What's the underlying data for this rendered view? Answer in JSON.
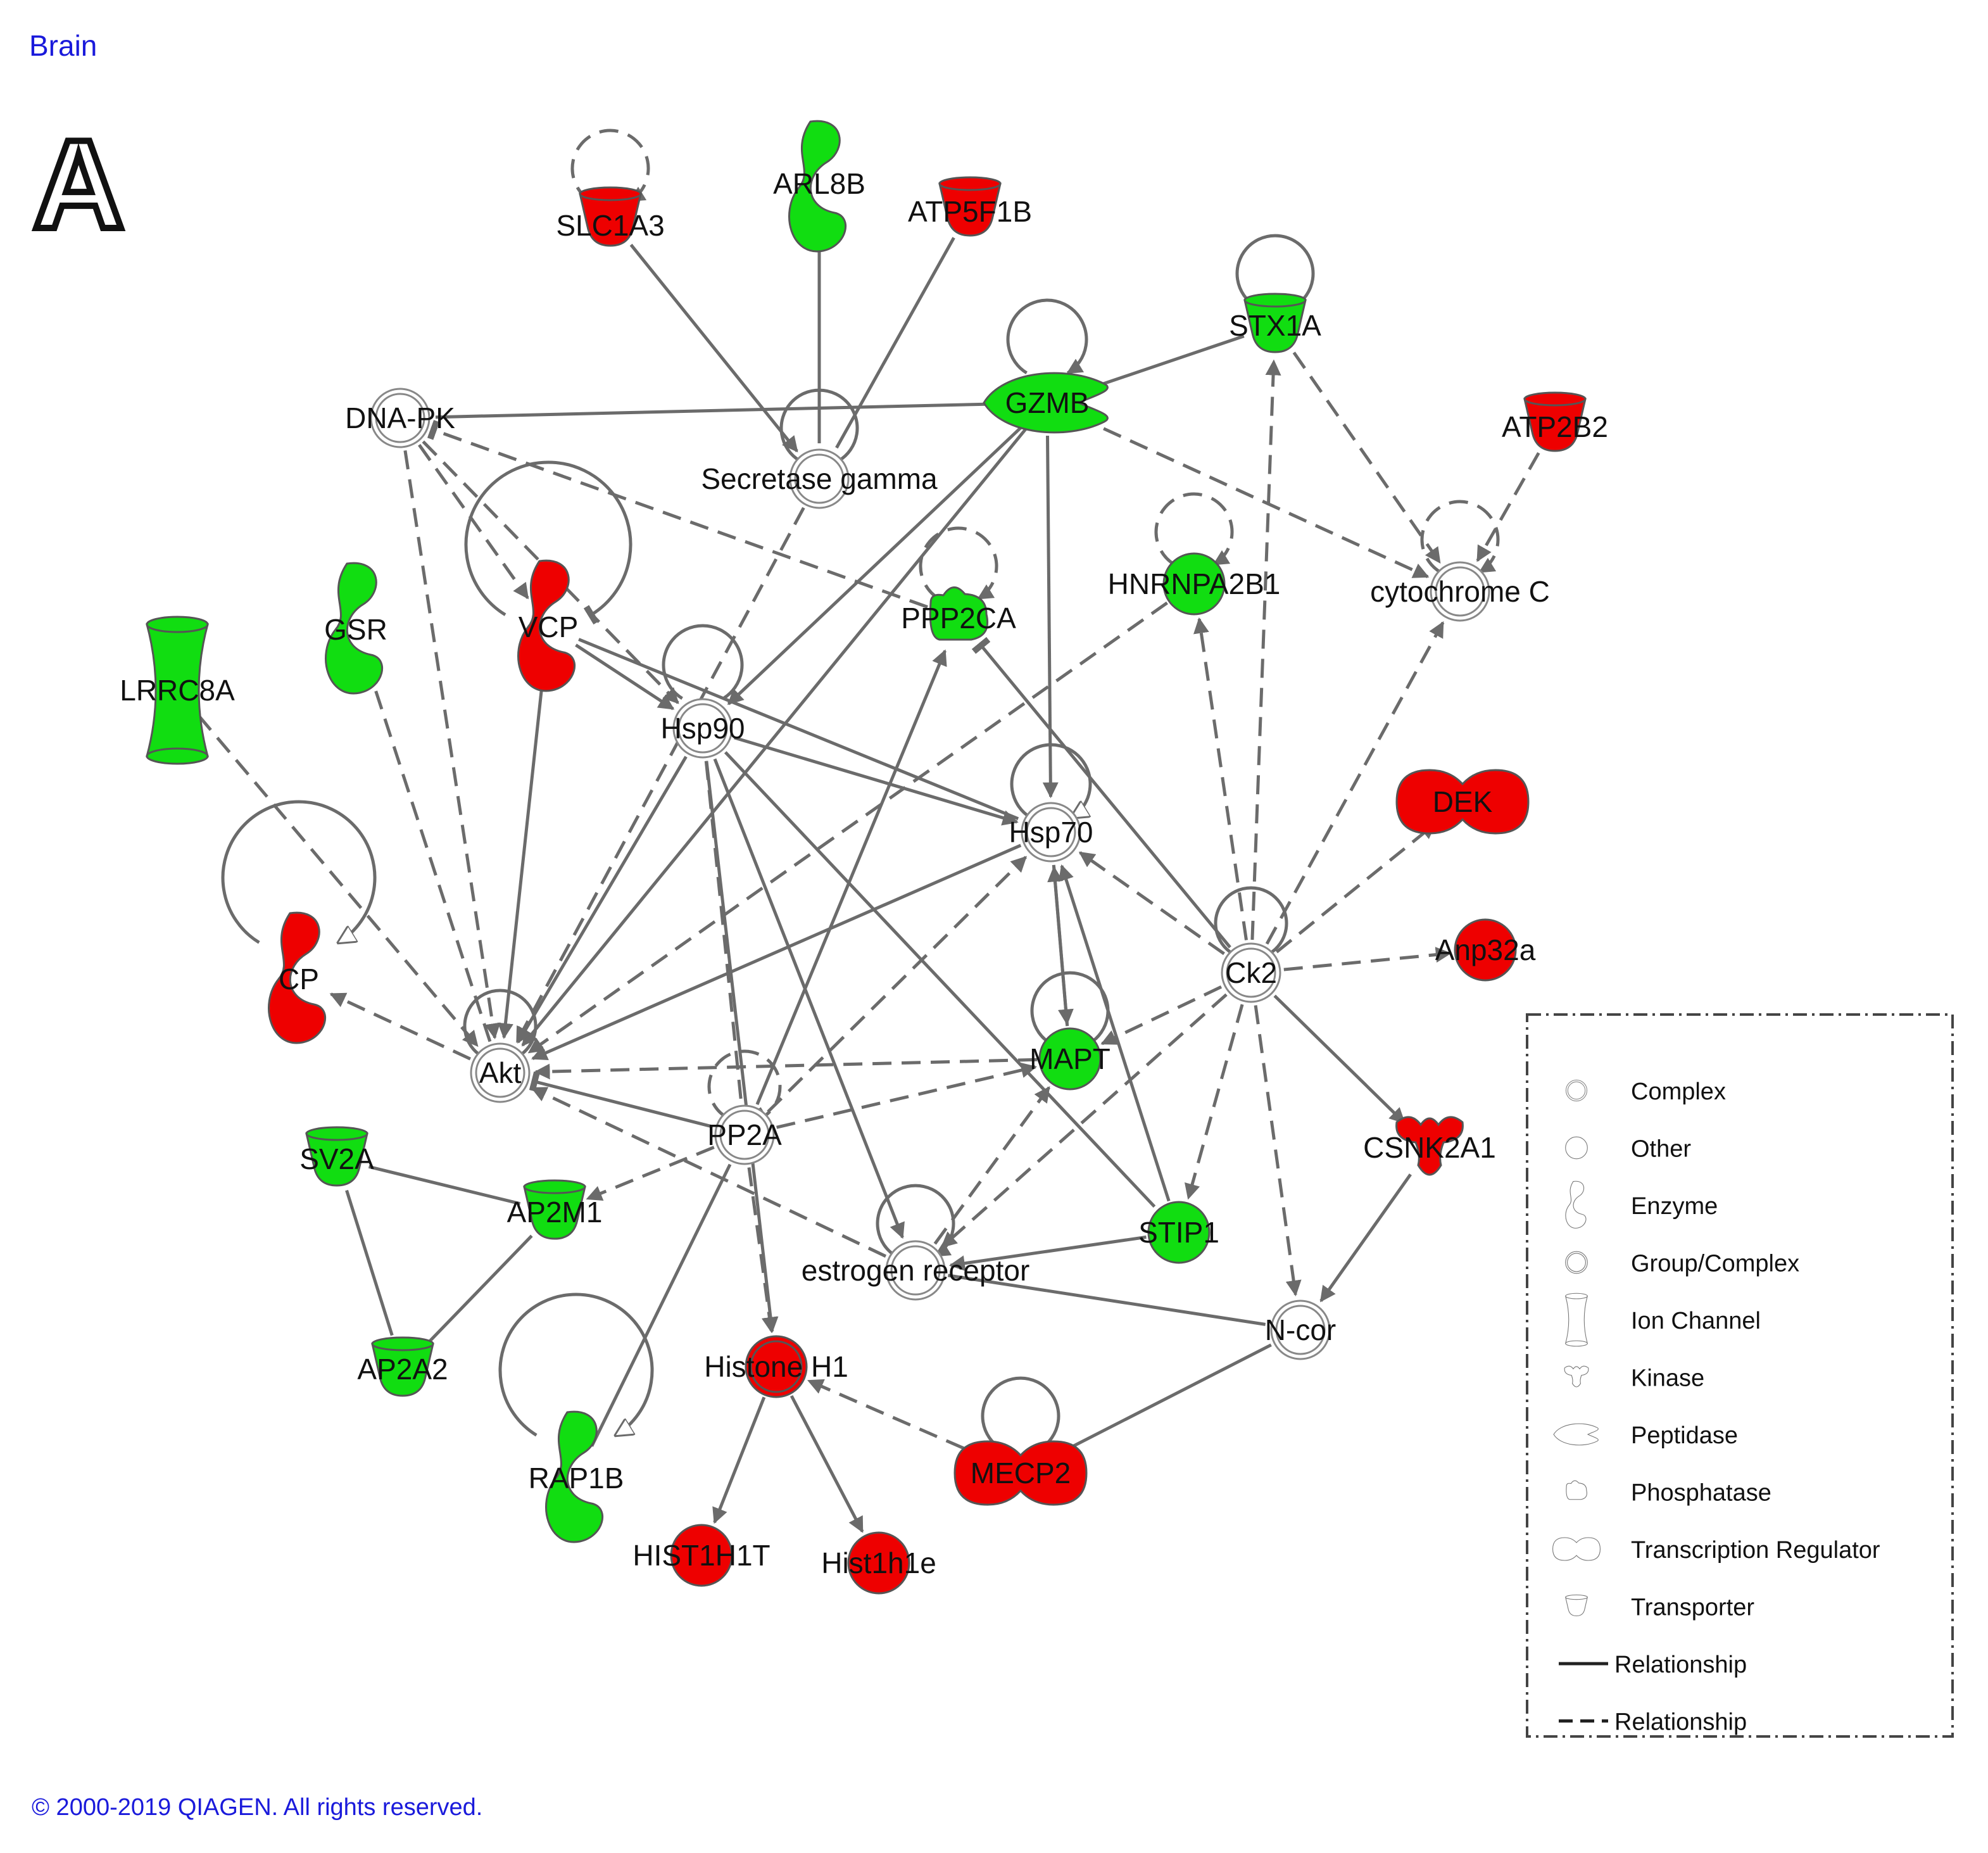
{
  "header": {
    "title": "Brain",
    "panel_letter": "A"
  },
  "footer": {
    "copyright": "© 2000-2019 QIAGEN. All rights reserved."
  },
  "colors": {
    "up": "#ee0000",
    "down": "#11dd11",
    "edge": "#6b6b6b",
    "link_text": "#1a1adb"
  },
  "nodes": [
    {
      "id": "SLC1A3",
      "label": "SLC1A3",
      "shape": "transporter",
      "color": "up"
    },
    {
      "id": "ARL8B",
      "label": "ARL8B",
      "shape": "enzyme",
      "color": "down"
    },
    {
      "id": "ATP5F1B",
      "label": "ATP5F1B",
      "shape": "transporter",
      "color": "up"
    },
    {
      "id": "STX1A",
      "label": "STX1A",
      "shape": "transporter",
      "color": "down"
    },
    {
      "id": "GZMB",
      "label": "GZMB",
      "shape": "peptidase",
      "color": "down"
    },
    {
      "id": "DNA-PK",
      "label": "DNA-PK",
      "shape": "complex",
      "color": "none"
    },
    {
      "id": "SecretaseGamma",
      "label": "Secretase gamma",
      "shape": "complex",
      "color": "none"
    },
    {
      "id": "ATP2B2",
      "label": "ATP2B2",
      "shape": "transporter",
      "color": "up"
    },
    {
      "id": "GSR",
      "label": "GSR",
      "shape": "enzyme",
      "color": "down"
    },
    {
      "id": "VCP",
      "label": "VCP",
      "shape": "enzyme",
      "color": "up"
    },
    {
      "id": "PPP2CA",
      "label": "PPP2CA",
      "shape": "phosphatase",
      "color": "down"
    },
    {
      "id": "HNRNPA2B1",
      "label": "HNRNPA2B1",
      "shape": "other",
      "color": "down"
    },
    {
      "id": "CytochromeC",
      "label": "cytochrome C",
      "shape": "complex",
      "color": "none"
    },
    {
      "id": "LRRC8A",
      "label": "LRRC8A",
      "shape": "ionchannel",
      "color": "down"
    },
    {
      "id": "Hsp90",
      "label": "Hsp90",
      "shape": "complex",
      "color": "none"
    },
    {
      "id": "Hsp70",
      "label": "Hsp70",
      "shape": "complex",
      "color": "none"
    },
    {
      "id": "DEK",
      "label": "DEK",
      "shape": "transcription",
      "color": "up"
    },
    {
      "id": "CP",
      "label": "CP",
      "shape": "enzyme",
      "color": "up"
    },
    {
      "id": "Ck2",
      "label": "Ck2",
      "shape": "complex",
      "color": "none"
    },
    {
      "id": "Anp32a",
      "label": "Anp32a",
      "shape": "other",
      "color": "up"
    },
    {
      "id": "Akt",
      "label": "Akt",
      "shape": "complex",
      "color": "none"
    },
    {
      "id": "MAPT",
      "label": "MAPT",
      "shape": "other",
      "color": "down"
    },
    {
      "id": "PP2A",
      "label": "PP2A",
      "shape": "complex",
      "color": "none"
    },
    {
      "id": "CSNK2A1",
      "label": "CSNK2A1",
      "shape": "kinase",
      "color": "up"
    },
    {
      "id": "SV2A",
      "label": "SV2A",
      "shape": "transporter",
      "color": "down"
    },
    {
      "id": "AP2M1",
      "label": "AP2M1",
      "shape": "transporter",
      "color": "down"
    },
    {
      "id": "STIP1",
      "label": "STIP1",
      "shape": "other",
      "color": "down"
    },
    {
      "id": "EstrogenReceptor",
      "label": "estrogen receptor",
      "shape": "complex",
      "color": "none"
    },
    {
      "id": "N-cor",
      "label": "N-cor",
      "shape": "complex",
      "color": "none"
    },
    {
      "id": "AP2A2",
      "label": "AP2A2",
      "shape": "transporter",
      "color": "down"
    },
    {
      "id": "HistoneH1",
      "label": "Histone H1",
      "shape": "group",
      "color": "up"
    },
    {
      "id": "RAP1B",
      "label": "RAP1B",
      "shape": "enzyme",
      "color": "down"
    },
    {
      "id": "MECP2",
      "label": "MECP2",
      "shape": "transcription",
      "color": "up"
    },
    {
      "id": "HIST1H1T",
      "label": "HIST1H1T",
      "shape": "other",
      "color": "up"
    },
    {
      "id": "Hist1h1e",
      "label": "Hist1h1e",
      "shape": "other",
      "color": "up"
    }
  ],
  "edges": [
    {
      "from": "SLC1A3",
      "to": "SLC1A3",
      "style": "dashed",
      "end": "arrow"
    },
    {
      "from": "SLC1A3",
      "to": "SecretaseGamma",
      "style": "solid",
      "end": "arrow"
    },
    {
      "from": "ARL8B",
      "to": "SecretaseGamma",
      "style": "solid",
      "end": "none"
    },
    {
      "from": "ATP5F1B",
      "to": "SecretaseGamma",
      "style": "solid",
      "end": "none"
    },
    {
      "from": "SecretaseGamma",
      "to": "SecretaseGamma",
      "style": "solid",
      "end": "none"
    },
    {
      "from": "SecretaseGamma",
      "to": "Akt",
      "style": "dashed",
      "end": "arrow"
    },
    {
      "from": "STX1A",
      "to": "STX1A",
      "style": "solid",
      "end": "inhibit"
    },
    {
      "from": "STX1A",
      "to": "GZMB",
      "style": "solid",
      "end": "none"
    },
    {
      "from": "STX1A",
      "to": "CytochromeC",
      "style": "dashed",
      "end": "arrow"
    },
    {
      "from": "GZMB",
      "to": "GZMB",
      "style": "solid",
      "end": "arrow"
    },
    {
      "from": "GZMB",
      "to": "DNA-PK",
      "style": "solid",
      "end": "none"
    },
    {
      "from": "GZMB",
      "to": "Hsp90",
      "style": "solid",
      "end": "arrow"
    },
    {
      "from": "GZMB",
      "to": "Hsp70",
      "style": "solid",
      "end": "arrow"
    },
    {
      "from": "GZMB",
      "to": "CytochromeC",
      "style": "dashed",
      "end": "arrow"
    },
    {
      "from": "GZMB",
      "to": "Akt",
      "style": "solid",
      "end": "arrow"
    },
    {
      "from": "PPP2CA",
      "to": "DNA-PK",
      "style": "dashed",
      "end": "inhibit"
    },
    {
      "from": "DNA-PK",
      "to": "VCP",
      "style": "dashed",
      "end": "arrow"
    },
    {
      "from": "DNA-PK",
      "to": "Akt",
      "style": "dashed",
      "end": "arrow"
    },
    {
      "from": "DNA-PK",
      "to": "Hsp90",
      "style": "dashed",
      "end": "arrow"
    },
    {
      "from": "ATP2B2",
      "to": "CytochromeC",
      "style": "dashed",
      "end": "arrow"
    },
    {
      "from": "CytochromeC",
      "to": "CytochromeC",
      "style": "dashed",
      "end": "arrow"
    },
    {
      "from": "VCP",
      "to": "VCP",
      "style": "solid",
      "end": "inhibit"
    },
    {
      "from": "VCP",
      "to": "Hsp90",
      "style": "solid",
      "end": "arrow"
    },
    {
      "from": "VCP",
      "to": "Hsp70",
      "style": "solid",
      "end": "none"
    },
    {
      "from": "VCP",
      "to": "Akt",
      "style": "solid",
      "end": "arrow"
    },
    {
      "from": "Akt",
      "to": "GSR",
      "style": "dashed",
      "end": "arrow"
    },
    {
      "from": "PPP2CA",
      "to": "PPP2CA",
      "style": "dashed",
      "end": "arrow"
    },
    {
      "from": "HNRNPA2B1",
      "to": "HNRNPA2B1",
      "style": "dashed",
      "end": "arrow"
    },
    {
      "from": "HNRNPA2B1",
      "to": "Akt",
      "style": "dashed",
      "end": "arrow"
    },
    {
      "from": "LRRC8A",
      "to": "Akt",
      "style": "dashed",
      "end": "arrow"
    },
    {
      "from": "Hsp90",
      "to": "Hsp90",
      "style": "solid",
      "end": "none"
    },
    {
      "from": "Hsp90",
      "to": "Hsp70",
      "style": "solid",
      "end": "arrow"
    },
    {
      "from": "Hsp90",
      "to": "Akt",
      "style": "solid",
      "end": "arrow"
    },
    {
      "from": "Hsp90",
      "to": "PP2A",
      "style": "dashed",
      "end": "none"
    },
    {
      "from": "Hsp90",
      "to": "EstrogenReceptor",
      "style": "solid",
      "end": "arrow"
    },
    {
      "from": "Hsp90",
      "to": "STIP1",
      "style": "solid",
      "end": "none"
    },
    {
      "from": "Hsp90",
      "to": "HistoneH1",
      "style": "solid",
      "end": "arrow"
    },
    {
      "from": "Hsp70",
      "to": "Hsp70",
      "style": "solid",
      "end": "open"
    },
    {
      "from": "Hsp70",
      "to": "Akt",
      "style": "solid",
      "end": "arrow"
    },
    {
      "from": "Hsp70",
      "to": "MAPT",
      "style": "solid",
      "end": "arrow"
    },
    {
      "from": "STIP1",
      "to": "Hsp70",
      "style": "solid",
      "end": "arrow"
    },
    {
      "from": "Ck2",
      "to": "Ck2",
      "style": "solid",
      "end": "none"
    },
    {
      "from": "Ck2",
      "to": "STX1A",
      "style": "dashed",
      "end": "arrow"
    },
    {
      "from": "Ck2",
      "to": "HNRNPA2B1",
      "style": "dashed",
      "end": "arrow"
    },
    {
      "from": "Ck2",
      "to": "CytochromeC",
      "style": "dashed",
      "end": "arrow"
    },
    {
      "from": "Ck2",
      "to": "PPP2CA",
      "style": "solid",
      "end": "inhibit"
    },
    {
      "from": "Ck2",
      "to": "Hsp70",
      "style": "dashed",
      "end": "arrow"
    },
    {
      "from": "Ck2",
      "to": "DEK",
      "style": "dashed",
      "end": "arrow"
    },
    {
      "from": "Ck2",
      "to": "Anp32a",
      "style": "dashed",
      "end": "arrow"
    },
    {
      "from": "Ck2",
      "to": "CSNK2A1",
      "style": "solid",
      "end": "arrow"
    },
    {
      "from": "Ck2",
      "to": "N-cor",
      "style": "dashed",
      "end": "arrow"
    },
    {
      "from": "Ck2",
      "to": "STIP1",
      "style": "dashed",
      "end": "arrow"
    },
    {
      "from": "Ck2",
      "to": "MAPT",
      "style": "dashed",
      "end": "arrow"
    },
    {
      "from": "Ck2",
      "to": "EstrogenReceptor",
      "style": "dashed",
      "end": "arrow"
    },
    {
      "from": "CP",
      "to": "CP",
      "style": "solid",
      "end": "open"
    },
    {
      "from": "Akt",
      "to": "CP",
      "style": "dashed",
      "end": "arrow"
    },
    {
      "from": "Akt",
      "to": "Akt",
      "style": "solid",
      "end": "none"
    },
    {
      "from": "MAPT",
      "to": "MAPT",
      "style": "solid",
      "end": "none"
    },
    {
      "from": "MAPT",
      "to": "Hsp70",
      "style": "solid",
      "end": "arrow"
    },
    {
      "from": "MAPT",
      "to": "Akt",
      "style": "dashed",
      "end": "arrow"
    },
    {
      "from": "PP2A",
      "to": "PP2A",
      "style": "dashed",
      "end": "inhibit"
    },
    {
      "from": "PP2A",
      "to": "Akt",
      "style": "solid",
      "end": "inhibit"
    },
    {
      "from": "PP2A",
      "to": "PPP2CA",
      "style": "solid",
      "end": "arrow"
    },
    {
      "from": "PP2A",
      "to": "Hsp70",
      "style": "dashed",
      "end": "arrow"
    },
    {
      "from": "PP2A",
      "to": "MAPT",
      "style": "dashed",
      "end": "arrow"
    },
    {
      "from": "PP2A",
      "to": "AP2M1",
      "style": "dashed",
      "end": "arrow"
    },
    {
      "from": "PP2A",
      "to": "HistoneH1",
      "style": "dashed",
      "end": "arrow"
    },
    {
      "from": "PP2A",
      "to": "RAP1B",
      "style": "solid",
      "end": "none"
    },
    {
      "from": "CSNK2A1",
      "to": "N-cor",
      "style": "solid",
      "end": "arrow"
    },
    {
      "from": "SV2A",
      "to": "AP2M1",
      "style": "solid",
      "end": "none"
    },
    {
      "from": "SV2A",
      "to": "AP2A2",
      "style": "solid",
      "end": "none"
    },
    {
      "from": "AP2M1",
      "to": "AP2A2",
      "style": "solid",
      "end": "none"
    },
    {
      "from": "STIP1",
      "to": "EstrogenReceptor",
      "style": "solid",
      "end": "arrow"
    },
    {
      "from": "EstrogenReceptor",
      "to": "EstrogenReceptor",
      "style": "solid",
      "end": "arrow"
    },
    {
      "from": "EstrogenReceptor",
      "to": "Akt",
      "style": "dashed",
      "end": "arrow"
    },
    {
      "from": "EstrogenReceptor",
      "to": "MAPT",
      "style": "dashed",
      "end": "arrow"
    },
    {
      "from": "EstrogenReceptor",
      "to": "N-cor",
      "style": "solid",
      "end": "none"
    },
    {
      "from": "N-cor",
      "to": "MECP2",
      "style": "solid",
      "end": "none"
    },
    {
      "from": "MECP2",
      "to": "MECP2",
      "style": "solid",
      "end": "none"
    },
    {
      "from": "MECP2",
      "to": "HistoneH1",
      "style": "dashed",
      "end": "arrow"
    },
    {
      "from": "RAP1B",
      "to": "RAP1B",
      "style": "solid",
      "end": "open"
    },
    {
      "from": "HistoneH1",
      "to": "HIST1H1T",
      "style": "solid",
      "end": "arrow"
    },
    {
      "from": "HistoneH1",
      "to": "Hist1h1e",
      "style": "solid",
      "end": "arrow"
    }
  ],
  "legend": {
    "items": [
      {
        "shape": "complex",
        "label": "Complex"
      },
      {
        "shape": "other",
        "label": "Other"
      },
      {
        "shape": "enzyme",
        "label": "Enzyme"
      },
      {
        "shape": "group",
        "label": "Group/Complex"
      },
      {
        "shape": "ionchannel",
        "label": "Ion Channel"
      },
      {
        "shape": "kinase",
        "label": "Kinase"
      },
      {
        "shape": "peptidase",
        "label": "Peptidase"
      },
      {
        "shape": "phosphatase",
        "label": "Phosphatase"
      },
      {
        "shape": "transcription",
        "label": "Transcription Regulator"
      },
      {
        "shape": "transporter",
        "label": "Transporter"
      },
      {
        "shape": "solid-line",
        "label": "Relationship"
      },
      {
        "shape": "dashed-line",
        "label": "Relationship"
      }
    ]
  }
}
